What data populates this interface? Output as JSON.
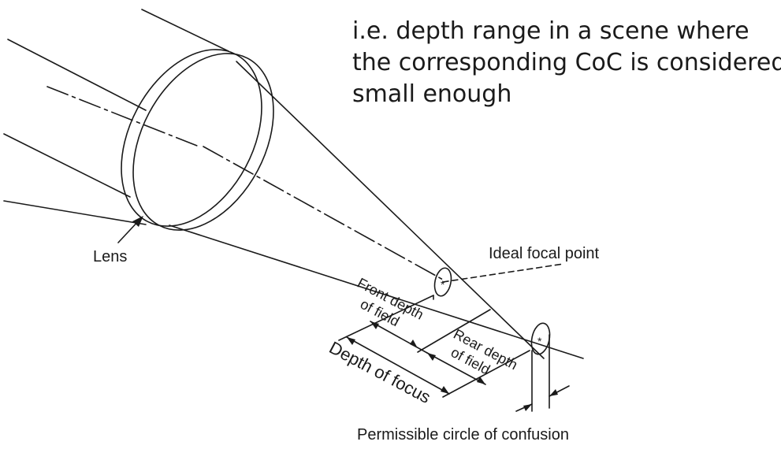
{
  "caption": {
    "lines": [
      "i.e. depth range in a scene where",
      "the corresponding CoC is considered",
      "small enough"
    ]
  },
  "labels": {
    "lens": "Lens",
    "ideal_focal_point": "Ideal focal point",
    "front_depth_line1": "Front depth",
    "front_depth_line2": "of field",
    "rear_depth_line1": "Rear depth",
    "rear_depth_line2": "of field",
    "depth_of_focus": "Depth of focus",
    "permissible_coc": "Permissible circle of confusion"
  }
}
